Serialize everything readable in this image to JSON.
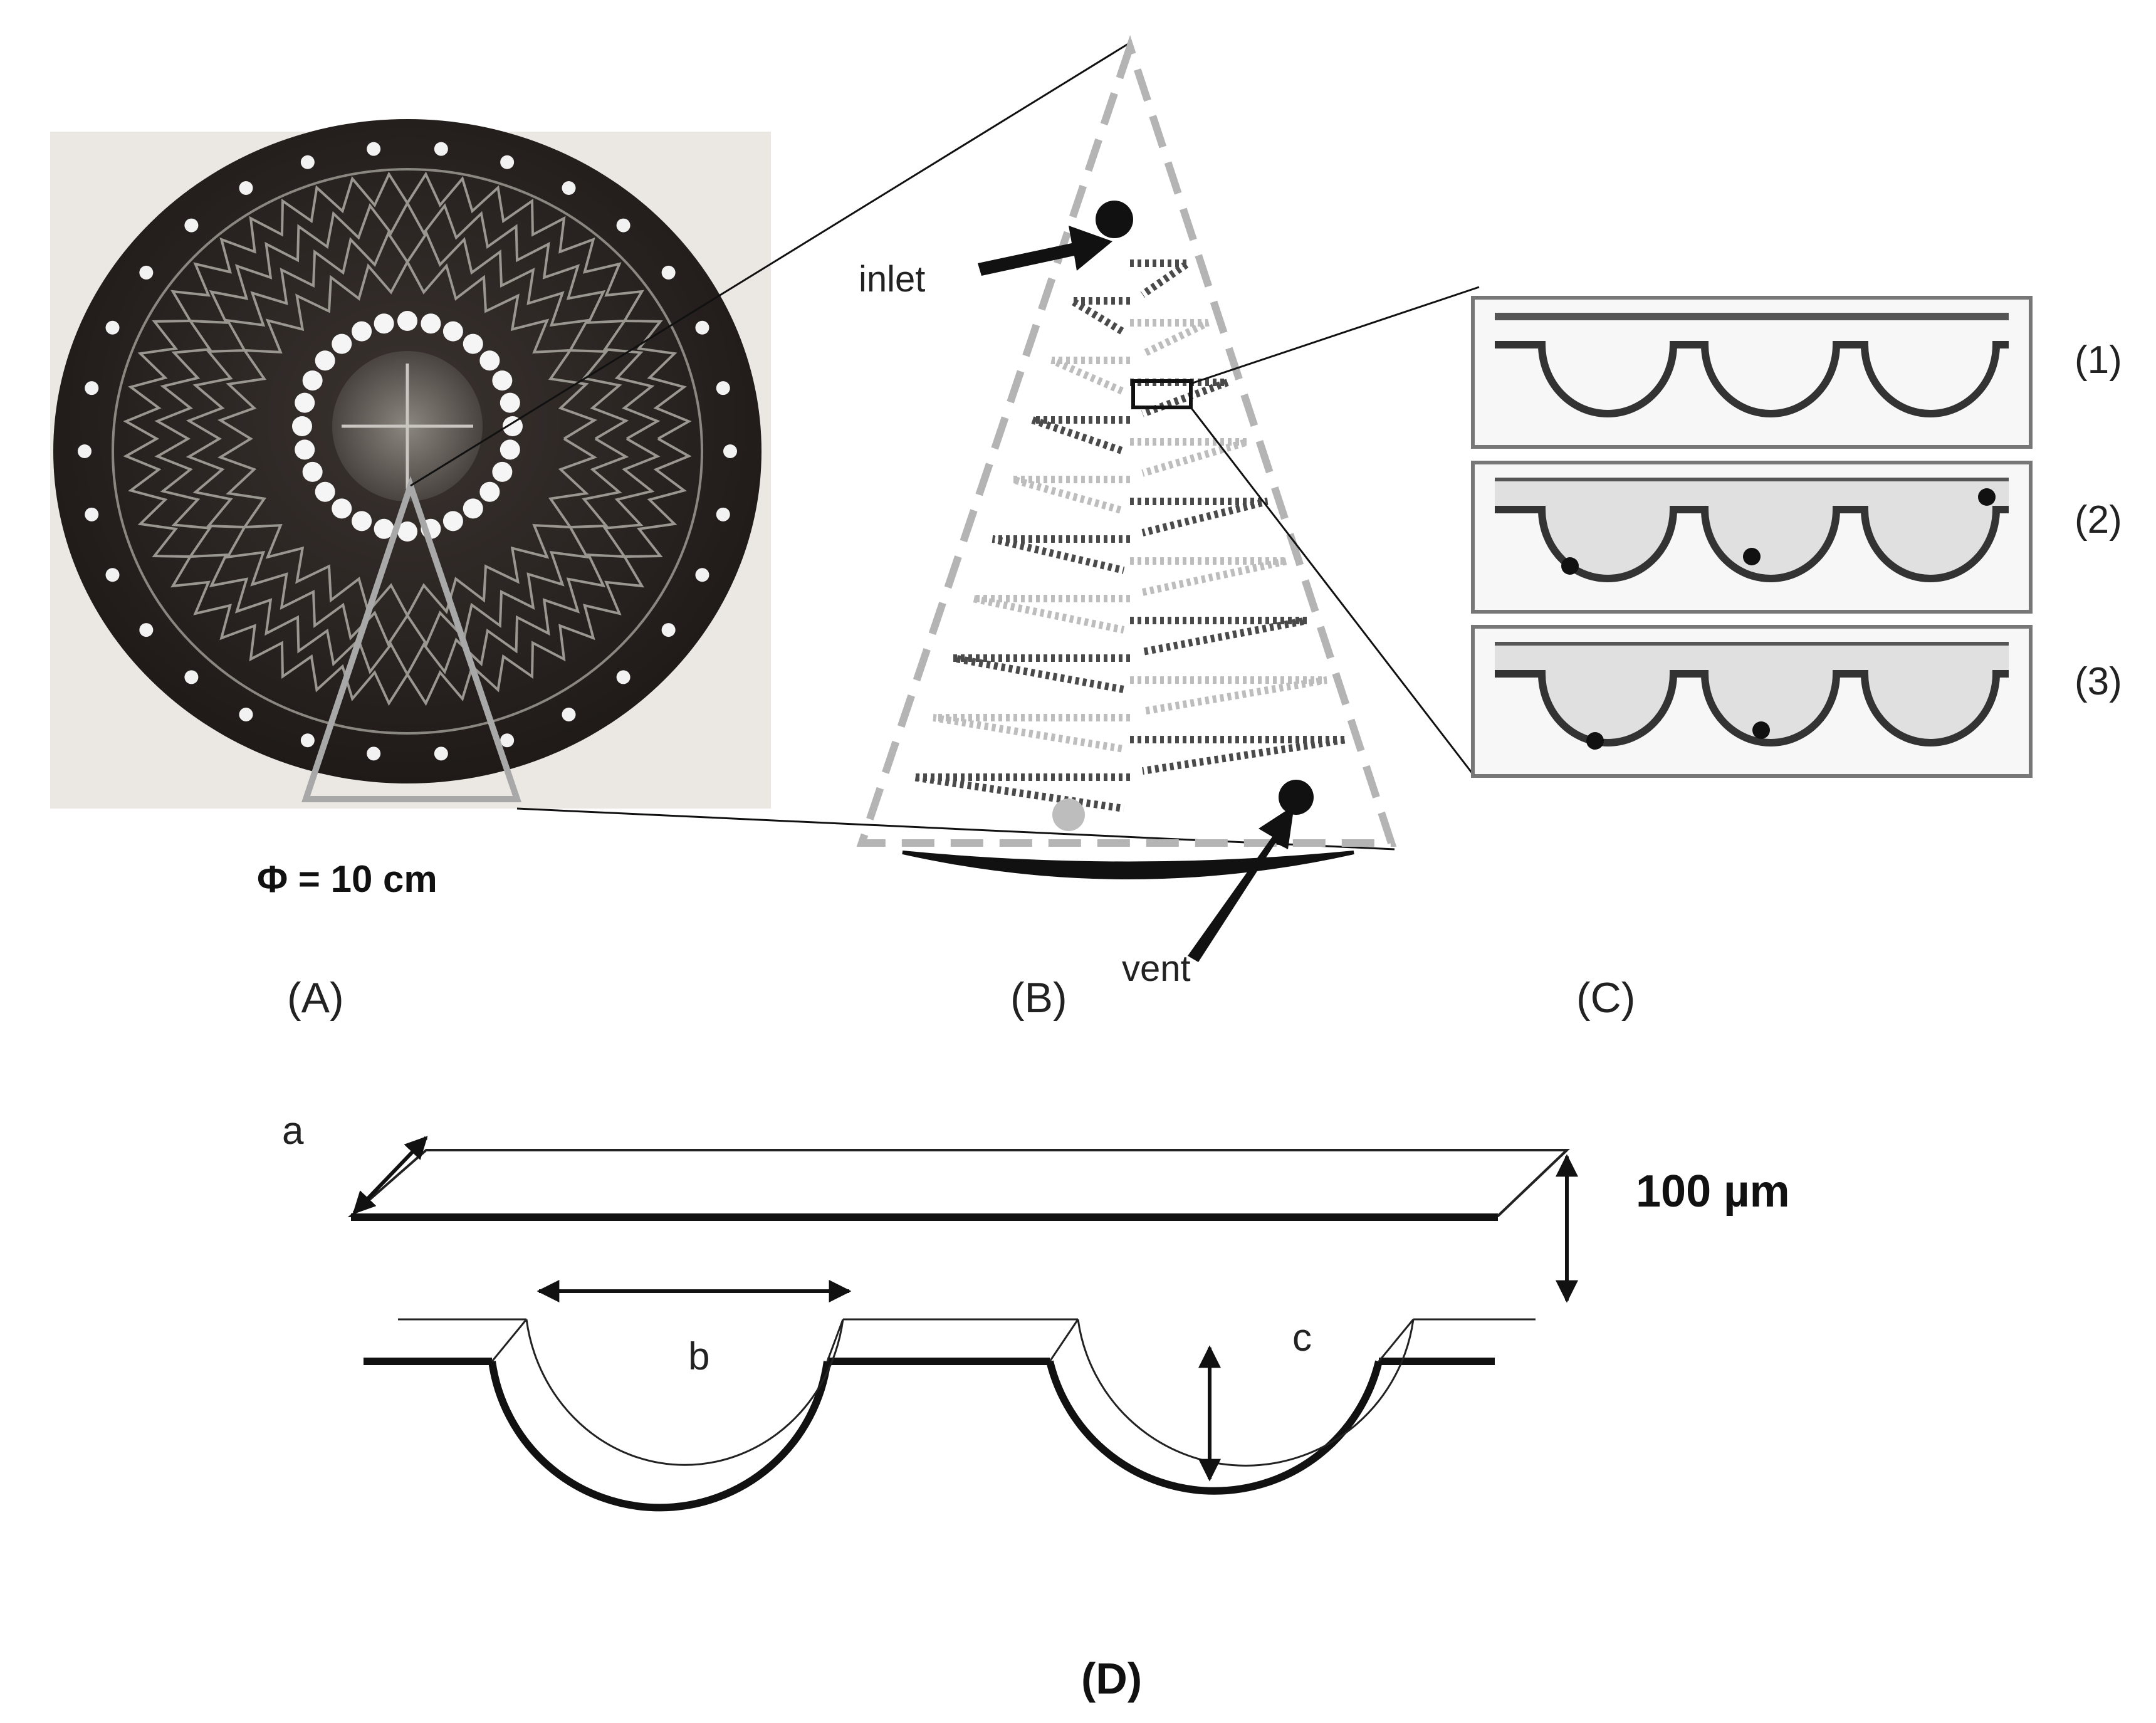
{
  "labels": {
    "diameter": "Φ = 10 cm",
    "panel_a": "(A)",
    "panel_b": "(B)",
    "panel_c": "(C)",
    "panel_d": "(D)",
    "inlet": "inlet",
    "vent": "vent",
    "step_1": "(1)",
    "step_2": "(2)",
    "step_3": "(3)",
    "dim_a": "a",
    "dim_b": "b",
    "dim_c": "c",
    "height": "100 µm"
  },
  "colors": {
    "disc": "#2b2522",
    "disc_shadow": "#e9e6e2",
    "channel": "#9a9690",
    "dashed_outline": "#b4b4b4",
    "ink": "#111111",
    "well_fill": "#e0e0e0"
  }
}
